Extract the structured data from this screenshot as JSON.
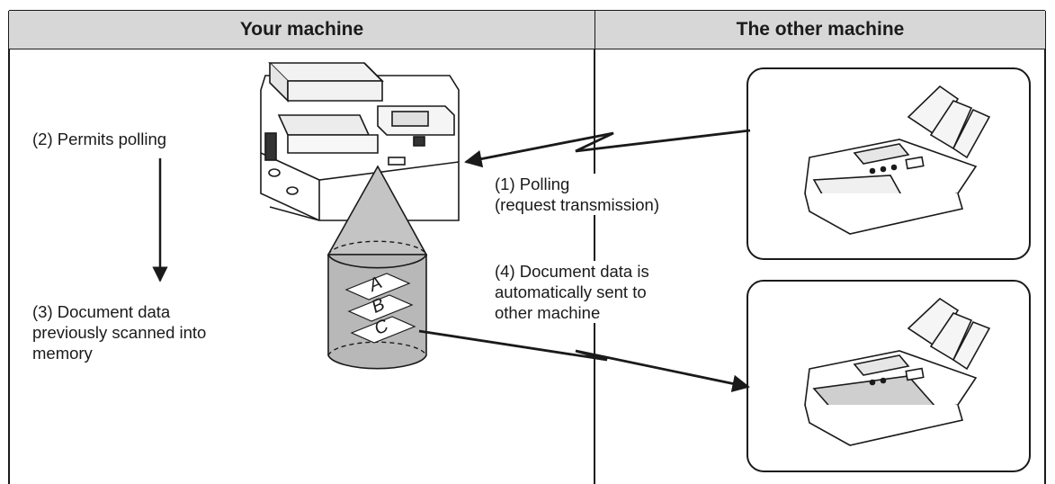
{
  "headers": {
    "your_machine": "Your machine",
    "other_machine": "The other machine"
  },
  "steps": {
    "step1": "(1) Polling\n     (request transmission)",
    "step2": "(2) Permits polling",
    "step3": "(3) Document data\n      previously scanned into\n      memory",
    "step4": "(4) Document data is\n      automatically sent to\n      other machine"
  },
  "memory_letters": [
    "A",
    "B",
    "C"
  ],
  "colors": {
    "header_bg": "#d7d7d7",
    "line": "#1a1a1a",
    "cylinder_fill": "#b8b8b8",
    "paper_fill": "#cfcfcf"
  },
  "icons": {
    "copier": "multifunction-printer-icon",
    "fax_top": "fax-machine-icon",
    "fax_bottom": "fax-machine-with-document-icon",
    "memory": "memory-cylinder-icon"
  }
}
